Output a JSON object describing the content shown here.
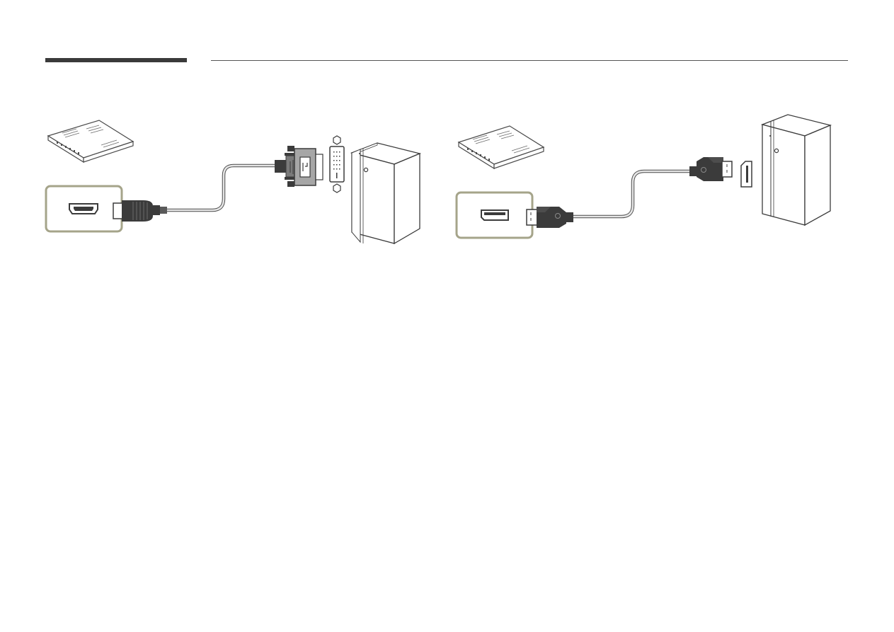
{
  "colors": {
    "heading_bar": "#3a3a3a",
    "rule": "#555555",
    "port_highlight": "#a5a48a",
    "line": "#4a4a4a",
    "cable": "#d9d9d9",
    "connector_dark": "#3b3b3b",
    "connector_dvi": "#a6a6a6"
  },
  "diagrams": [
    {
      "name": "hdmi-to-dvi-connection",
      "source_port": "hdmi-port",
      "source_connector": "hdmi-connector",
      "target_connector": "dvi-connector",
      "target_port": "dvi-port",
      "target_device": "pc-tower"
    },
    {
      "name": "displayport-connection",
      "source_port": "displayport-port",
      "source_connector": "displayport-connector",
      "target_connector": "displayport-connector",
      "target_port": "displayport-port",
      "target_device": "pc-tower"
    }
  ]
}
